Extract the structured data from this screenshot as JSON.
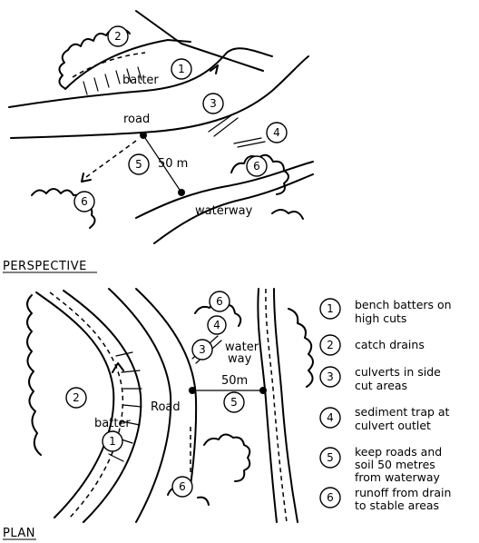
{
  "perspective": {
    "title": "PERSPECTIVE",
    "labels": {
      "batter": "batter",
      "road": "road",
      "distance": "50 m",
      "waterway": "waterway"
    },
    "markers": [
      "1",
      "2",
      "3",
      "4",
      "5",
      "6",
      "6"
    ]
  },
  "plan": {
    "title": "PLAN",
    "labels": {
      "batter": "batter",
      "road": "Road",
      "distance": "50m",
      "waterway_line1": "water",
      "waterway_line2": "way"
    },
    "markers": [
      "1",
      "2",
      "3",
      "4",
      "5",
      "6",
      "6"
    ]
  },
  "legend": [
    {
      "num": "1",
      "line1": "bench batters on",
      "line2": "high cuts"
    },
    {
      "num": "2",
      "line1": "catch drains",
      "line2": ""
    },
    {
      "num": "3",
      "line1": "culverts in side",
      "line2": "cut areas"
    },
    {
      "num": "4",
      "line1": "sediment trap at",
      "line2": "culvert outlet"
    },
    {
      "num": "5",
      "line1": "keep roads and",
      "line2": "soil 50 metres",
      "line3": "from waterway"
    },
    {
      "num": "6",
      "line1": "runoff from drain",
      "line2": "to stable areas"
    }
  ]
}
